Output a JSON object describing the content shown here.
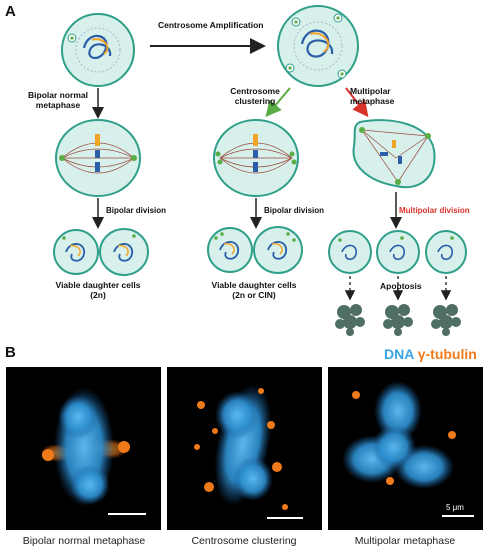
{
  "panel_a": {
    "letter": "A",
    "top_arrow_label": "Centrosome Amplification",
    "bipolar_normal_line1": "Bipolar normal",
    "bipolar_normal_line2": "metaphase",
    "clustering_line1": "Centrosome",
    "clustering_line2": "clustering",
    "multipolar_line1": "Multipolar",
    "multipolar_line2": "metaphase",
    "bipolar_division_left": "Bipolar division",
    "bipolar_division_mid": "Bipolar division",
    "multipolar_division": "Multipolar division",
    "viable_left_line1": "Viable daughter cells",
    "viable_left_line2": "(2n)",
    "viable_mid_line1": "Viable daughter cells",
    "viable_mid_line2": "(2n or CIN)",
    "apoptosis": "Apoptosis",
    "colors": {
      "cell_fill": "#d7f0ec",
      "cell_stroke": "#2f9f8a",
      "dna_blue": "#2a5fa8",
      "centrosome_orange": "#f0a428",
      "spindle": "#9a4a3a",
      "green_arrow": "#5aad45",
      "red_arrow": "#d8322b",
      "apoptotic": "#4e6e66"
    }
  },
  "panel_b": {
    "letter": "B",
    "legend_dna": "DNA",
    "legend_tubulin": "γ-tubulin",
    "legend_dna_color": "#3aa6e6",
    "legend_tubulin_color": "#f07a1a",
    "scale_label": "5 μm",
    "captions": [
      "Bipolar normal metaphase",
      "Centrosome clustering",
      "Multipolar metaphase"
    ]
  }
}
